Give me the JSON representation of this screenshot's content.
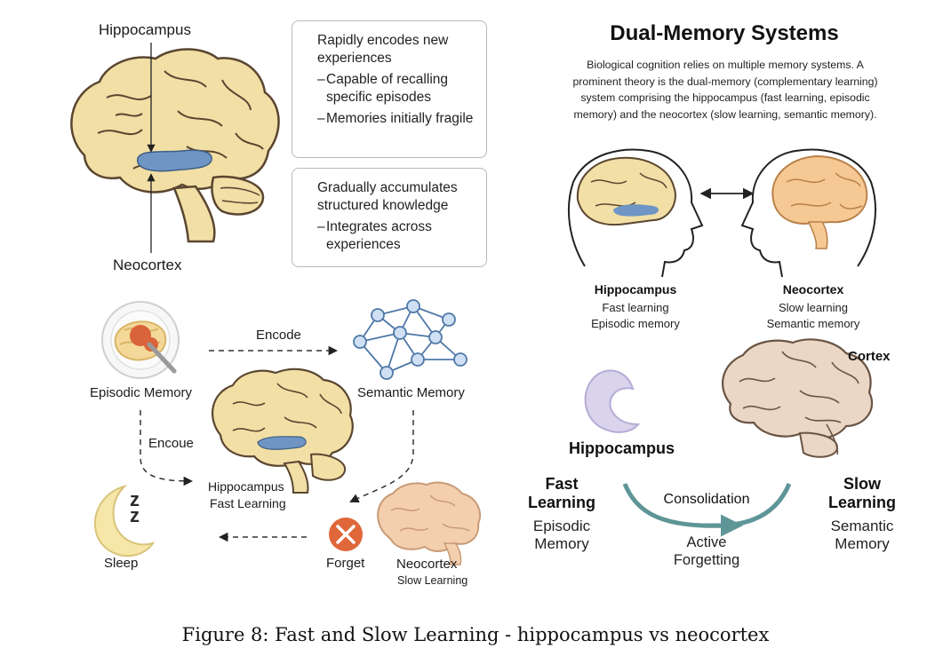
{
  "left_top": {
    "label_hippocampus": "Hippocampus",
    "label_neocortex": "Neocortex",
    "box1": {
      "lead": "Rapidly encodes new experiences",
      "bullets": [
        "Capable of recalling specific episodes",
        "Memories initially fragile"
      ]
    },
    "box2": {
      "lead": "Gradually accumulates structured knowledge",
      "bullets": [
        "Integrates across experiences"
      ]
    }
  },
  "right_top": {
    "title": "Dual-Memory Systems",
    "description": "Biological cognition relies on multiple memory systems. A prominent theory is the dual-memory (complementary learning) system comprising the hippocampus (fast learning, episodic memory) and the neocortex (slow learning, semantic memory).",
    "hippocampus": {
      "name": "Hippocampus",
      "line1": "Fast learning",
      "line2": "Episodic memory"
    },
    "neocortex": {
      "name": "Neocortex",
      "line1": "Slow learning",
      "line2": "Semantic memory"
    }
  },
  "left_bottom": {
    "episodic": "Episodic Memory",
    "encode_top": "Encode",
    "semantic": "Semantic Memory",
    "encode_left": "Encoue",
    "hippo_line1": "Hippocampus",
    "hippo_line2": "Fast Learning",
    "sleep": "Sleep",
    "sleep_glyph": "z z",
    "forget": "Forget",
    "neo_line1": "Neocortex",
    "neo_line2": "Slow Learning"
  },
  "right_bottom": {
    "cortex": "Cortex",
    "hippocampus": "Hippocampus",
    "fast_1": "Fast",
    "fast_2": "Learning",
    "episodic_1": "Episodic",
    "episodic_2": "Memory",
    "consolidation": "Consolidation",
    "active_1": "Active",
    "active_2": "Forgetting",
    "slow_1": "Slow",
    "slow_2": "Learning",
    "semantic_1": "Semantic",
    "semantic_2": "Memory"
  },
  "caption": "Figure 8: Fast and Slow Learning - hippocampus vs neocortex",
  "colors": {
    "brain_fill": "#f1dfa6",
    "brain_stroke": "#5a4630",
    "hippo_blue": "#6f95c4",
    "neocortex_peach": "#f6c894",
    "cortex_tan": "#ead7c6",
    "hippo_lavender": "#d9d3ec",
    "teal_arrow": "#5e9698",
    "forget_orange": "#e0673a"
  }
}
